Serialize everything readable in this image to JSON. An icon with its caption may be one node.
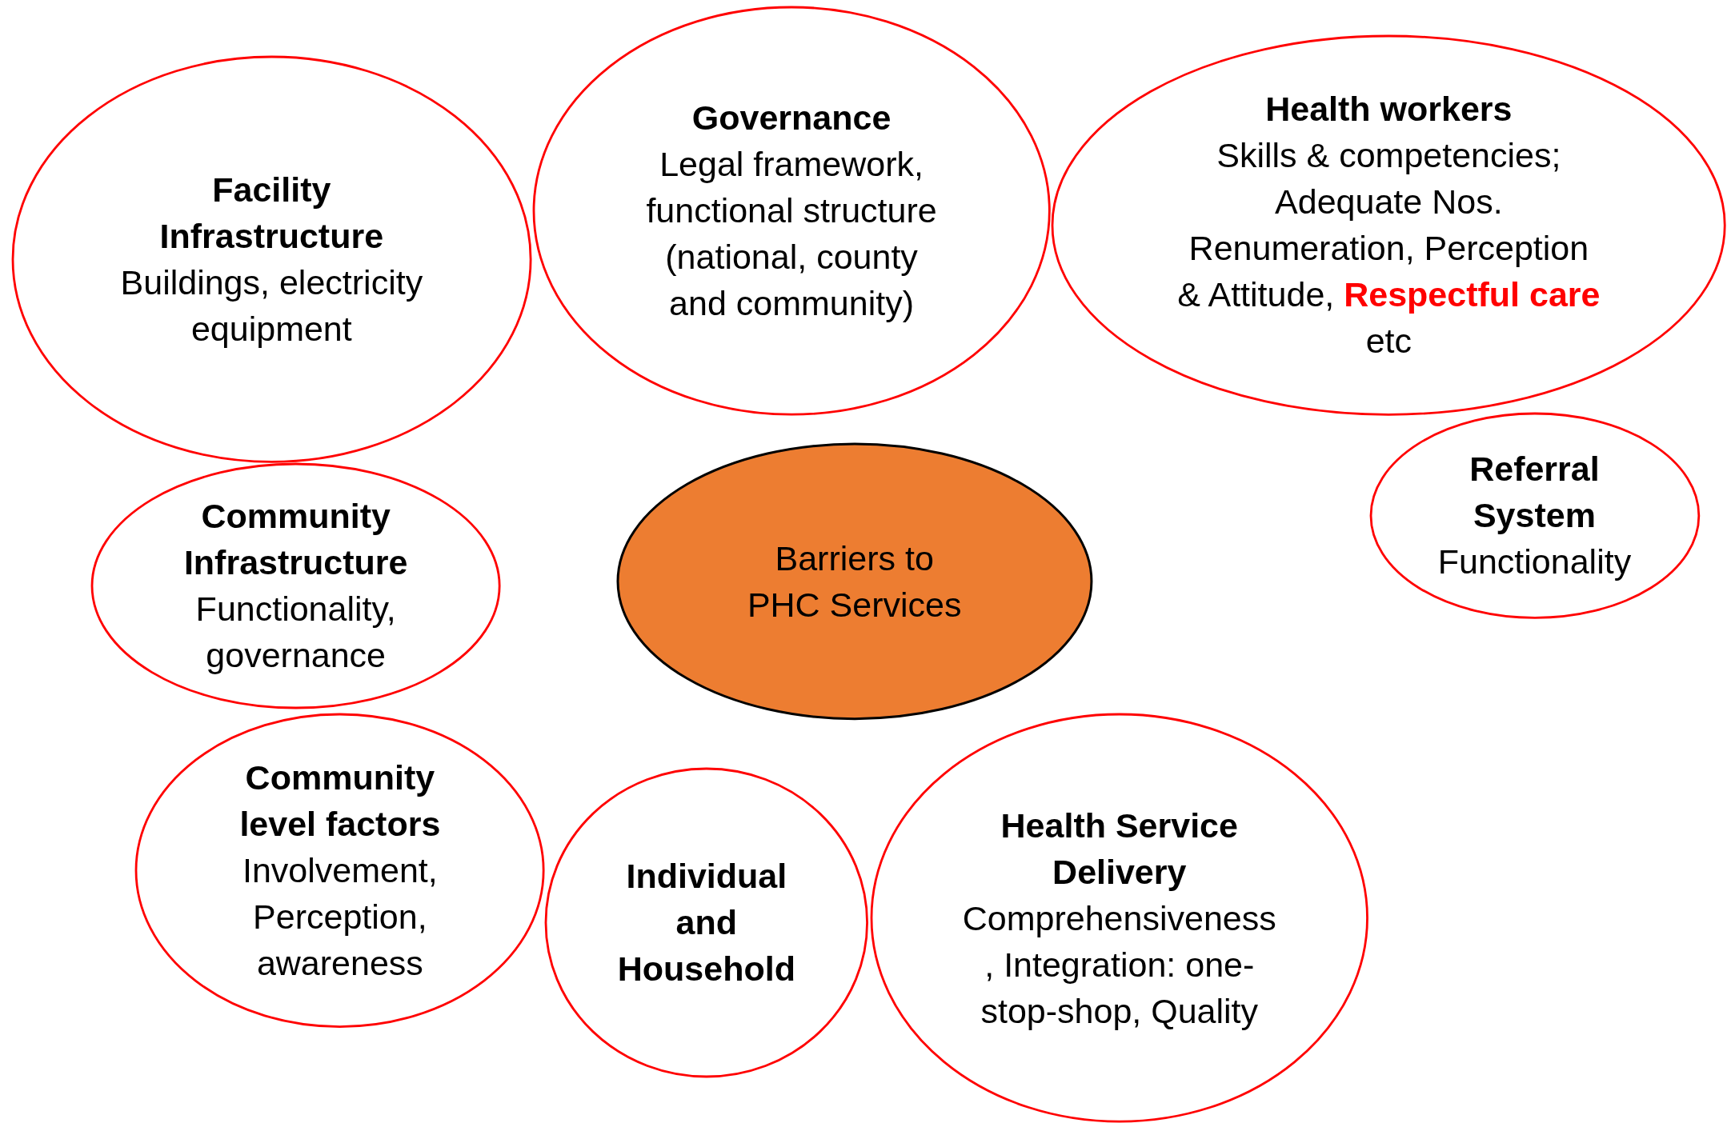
{
  "diagram": {
    "nodes": [
      {
        "text": [
          "Facility Infrastructure",
          "Buildings, electricity equipment"
        ]
      },
      {
        "text": [
          "Governance",
          "Legal framework, functional structure (national, county and community)"
        ]
      },
      {
        "text": [
          "Health workers",
          "Skills & competencies; Adequate Nos. Renumeration, Perception & Attitude, **Respectful care** etc"
        ]
      },
      {
        "text": [
          "Referral System",
          "Functionality"
        ]
      },
      {
        "text": [
          "Community Infrastructure",
          "Functionality, governance"
        ]
      },
      {
        "text": [
          "Barriers to PHC Services"
        ]
      },
      {
        "text": [
          "Community level factors",
          "Involvement, Perception, awareness"
        ]
      },
      {
        "text": [
          "Individual and Household"
        ]
      },
      {
        "text": [
          "Health Service Delivery",
          "Comprehensiveness , Integration: one-stop-shop, Quality"
        ]
      }
    ],
    "edges": []
  }
}
